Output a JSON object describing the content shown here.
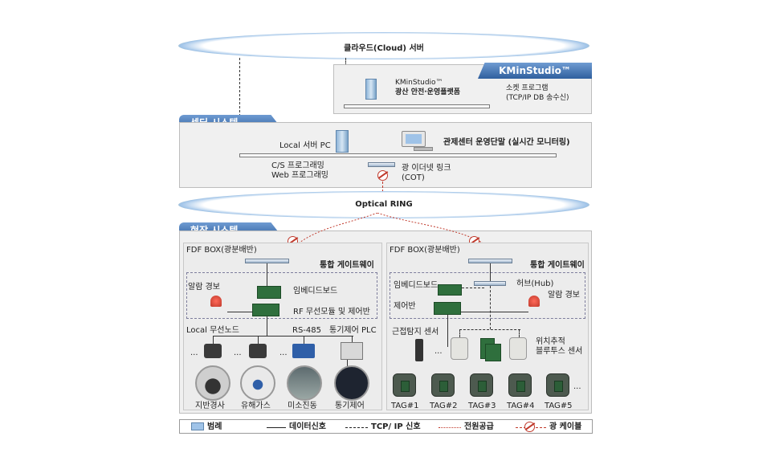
{
  "cloud": {
    "label": "클라우드(Cloud) 서버"
  },
  "kmin": {
    "tab": "KMinStudio™",
    "platform_line1": "KMinStudio™",
    "platform_line2": "광산 안전·운영플랫폼",
    "socket_line1": "소켓 프로그램",
    "socket_line2": "(TCP/IP DB 송수신)"
  },
  "center": {
    "tab": "센터 시스템",
    "local_pc": "Local 서버 PC",
    "terminal": "관제센터 운영단말 (실시간 모니터링)",
    "prog_line1": "C/S 프로그래밍",
    "prog_line2": "Web 프로그래밍",
    "ethernet_line1": "광 이더넷 링크",
    "ethernet_line2": "(COT)"
  },
  "ring": {
    "label": "Optical RING"
  },
  "field": {
    "tab": "현장 시스템",
    "left": {
      "fdf": "FDF BOX(광분배반)",
      "gateway": "통합 게이트웨이",
      "alarm": "알람 경보",
      "embedded": "임베디드보드",
      "rf": "RF 무선모듈 및 제어반",
      "local_node": "Local 무선노드",
      "rs485": "RS-485",
      "plc": "통기제어 PLC",
      "dots": "...",
      "sensors": [
        "지반경사",
        "유해가스",
        "미소진동",
        "통기제어"
      ]
    },
    "right": {
      "fdf": "FDF BOX(광분배반)",
      "gateway": "통합 게이트웨이",
      "embedded": "임베디드보드",
      "hub": "허브(Hub)",
      "control": "제어반",
      "alarm": "알람 경보",
      "proximity": "근접탐지 센서",
      "bt_line1": "위치추적",
      "bt_line2": "블루투스 센서",
      "dots": "...",
      "tags": [
        "TAG#1",
        "TAG#2",
        "TAG#3",
        "TAG#4",
        "TAG#5"
      ]
    }
  },
  "legend": {
    "title": "범례",
    "data_signal": "데이터신호",
    "tcpip": "TCP/ IP 신호",
    "power": "전원공급",
    "optical": "광 케이블"
  },
  "colors": {
    "tab_blue": "#2f5f9e",
    "cable_red": "#c0392b",
    "panel_gray": "#f0f0f0"
  }
}
